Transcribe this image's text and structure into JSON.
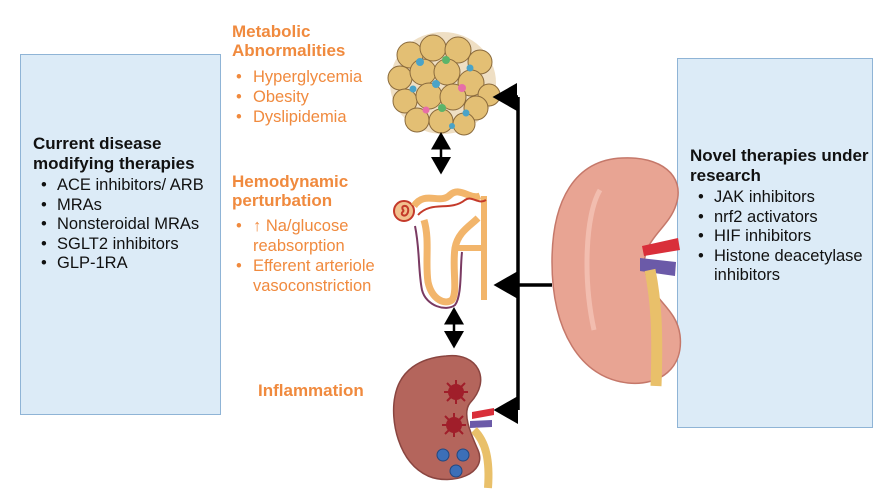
{
  "left_box": {
    "title": "Current disease modifying therapies",
    "items": [
      "ACE inhibitors/ ARB",
      "MRAs",
      "Nonsteroidal MRAs",
      "SGLT2 inhibitors",
      "GLP-1RA"
    ]
  },
  "right_box": {
    "title": "Novel therapies under research",
    "items": [
      "JAK inhibitors",
      "nrf2 activators",
      "HIF inhibitors",
      "Histone deacetylase inhibitors"
    ]
  },
  "metabolic": {
    "title": "Metabolic Abnormalities",
    "items": [
      "Hyperglycemia",
      "Obesity",
      "Dyslipidemia"
    ]
  },
  "hemodynamic": {
    "title": "Hemodynamic perturbation",
    "items": [
      "↑ Na/glucose reabsorption",
      "Efferent arteriole vasoconstriction"
    ]
  },
  "inflammation": {
    "title": "Inflammation"
  },
  "colors": {
    "accent_orange": "#f08a3e",
    "box_fill": "#dcebf7",
    "box_border": "#8fb4d6",
    "kidney": "#e8a493",
    "arrow": "#000000"
  }
}
